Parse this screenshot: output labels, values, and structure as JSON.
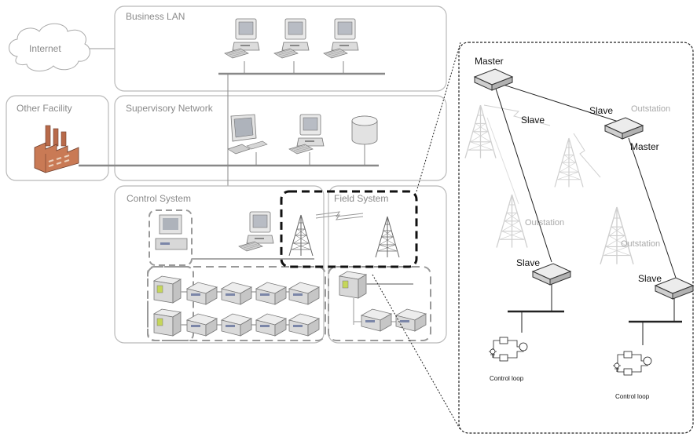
{
  "zones": {
    "internet": "Internet",
    "business_lan": "Business LAN",
    "other_facility": "Other Facility",
    "supervisory_network": "Supervisory Network",
    "control_system": "Control System",
    "field_system": "Field System"
  },
  "detail": {
    "master_top": "Master",
    "slave_top_right": "Slave",
    "outstation_top_right": "Outstation",
    "slave_middle": "Slave",
    "master_right": "Master",
    "outstation_middle": "Outstation",
    "outstation_right": "Outstation",
    "slave_lower_left": "Slave",
    "slave_lower_right": "Slave",
    "control_loop_left": "Control loop",
    "control_loop_right": "Control loop"
  },
  "colors": {
    "zone_border": "#b9b9b9",
    "label_grey": "#8a8a8a",
    "highlight": "#111111",
    "faint_tower": "#d0d0d0"
  }
}
